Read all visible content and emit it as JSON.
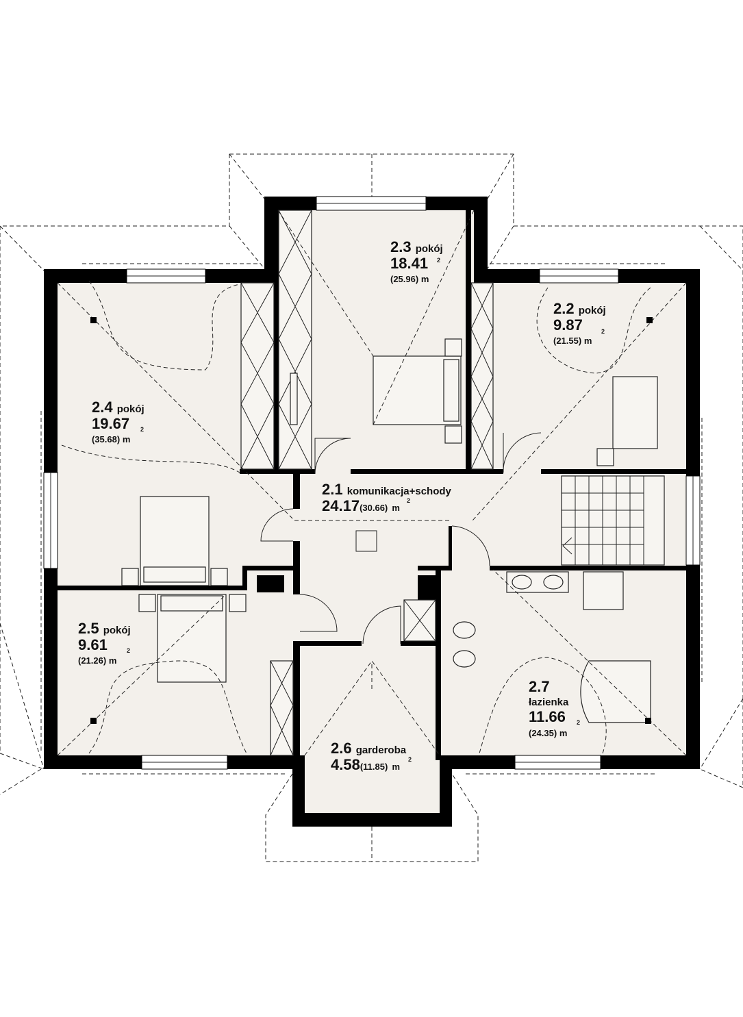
{
  "colors": {
    "floor": "#f3f0eb",
    "wall": "#000000",
    "background": "#ffffff"
  },
  "area_unit": "m",
  "area_unit_sup": "2",
  "rooms": [
    {
      "id": "2.1",
      "name": "komunikacja+schody",
      "area": "24.17",
      "area_total": "(30.66)"
    },
    {
      "id": "2.2",
      "name": "pokój",
      "area": "9.87",
      "area_total": "(21.55)"
    },
    {
      "id": "2.3",
      "name": "pokój",
      "area": "18.41",
      "area_total": "(25.96)"
    },
    {
      "id": "2.4",
      "name": "pokój",
      "area": "19.67",
      "area_total": "(35.68)"
    },
    {
      "id": "2.5",
      "name": "pokój",
      "area": "9.61",
      "area_total": "(21.26)"
    },
    {
      "id": "2.6",
      "name": "garderoba",
      "area": "4.58",
      "area_total": "(11.85)"
    },
    {
      "id": "2.7",
      "name": "łazienka",
      "area": "11.66",
      "area_total": "(24.35)"
    }
  ]
}
